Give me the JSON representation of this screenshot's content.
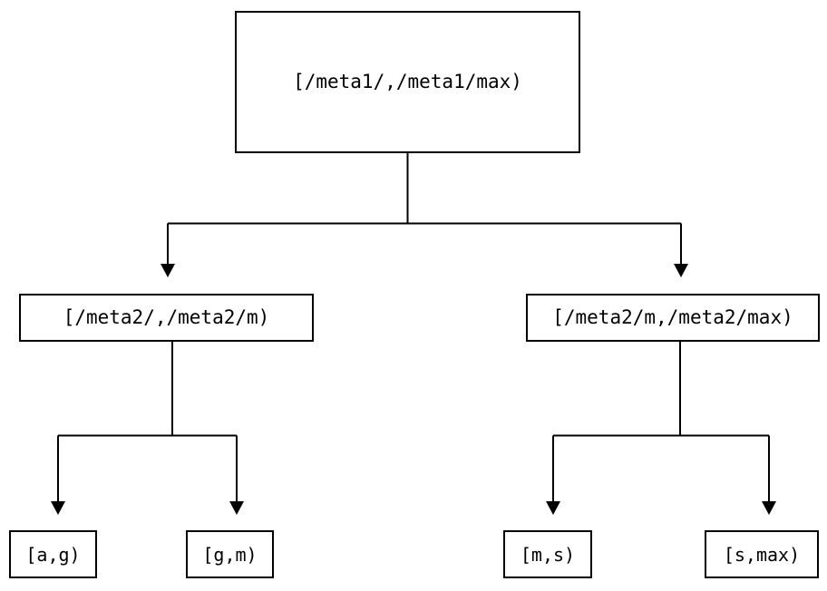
{
  "diagram": {
    "type": "tree",
    "title": "",
    "background_color": "#ffffff",
    "line_color": "#000000",
    "text_color": "#000000",
    "nodes": {
      "root": {
        "label": "[/meta1/,/meta1/max)"
      },
      "meta2_low": {
        "label": "[/meta2/,/meta2/m)"
      },
      "meta2_high": {
        "label": "[/meta2/m,/meta2/max)"
      },
      "leaf_ag": {
        "label": "[a,g)"
      },
      "leaf_gm": {
        "label": "[g,m)"
      },
      "leaf_ms": {
        "label": "[m,s)"
      },
      "leaf_smax": {
        "label": "[s,max)"
      }
    },
    "edges": [
      {
        "from": "root",
        "to": "meta2_low",
        "arrow": "down"
      },
      {
        "from": "root",
        "to": "meta2_high",
        "arrow": "down"
      },
      {
        "from": "meta2_low",
        "to": "leaf_ag",
        "arrow": "down"
      },
      {
        "from": "meta2_low",
        "to": "leaf_gm",
        "arrow": "down"
      },
      {
        "from": "meta2_high",
        "to": "leaf_ms",
        "arrow": "down"
      },
      {
        "from": "meta2_high",
        "to": "leaf_smax",
        "arrow": "down"
      }
    ]
  }
}
